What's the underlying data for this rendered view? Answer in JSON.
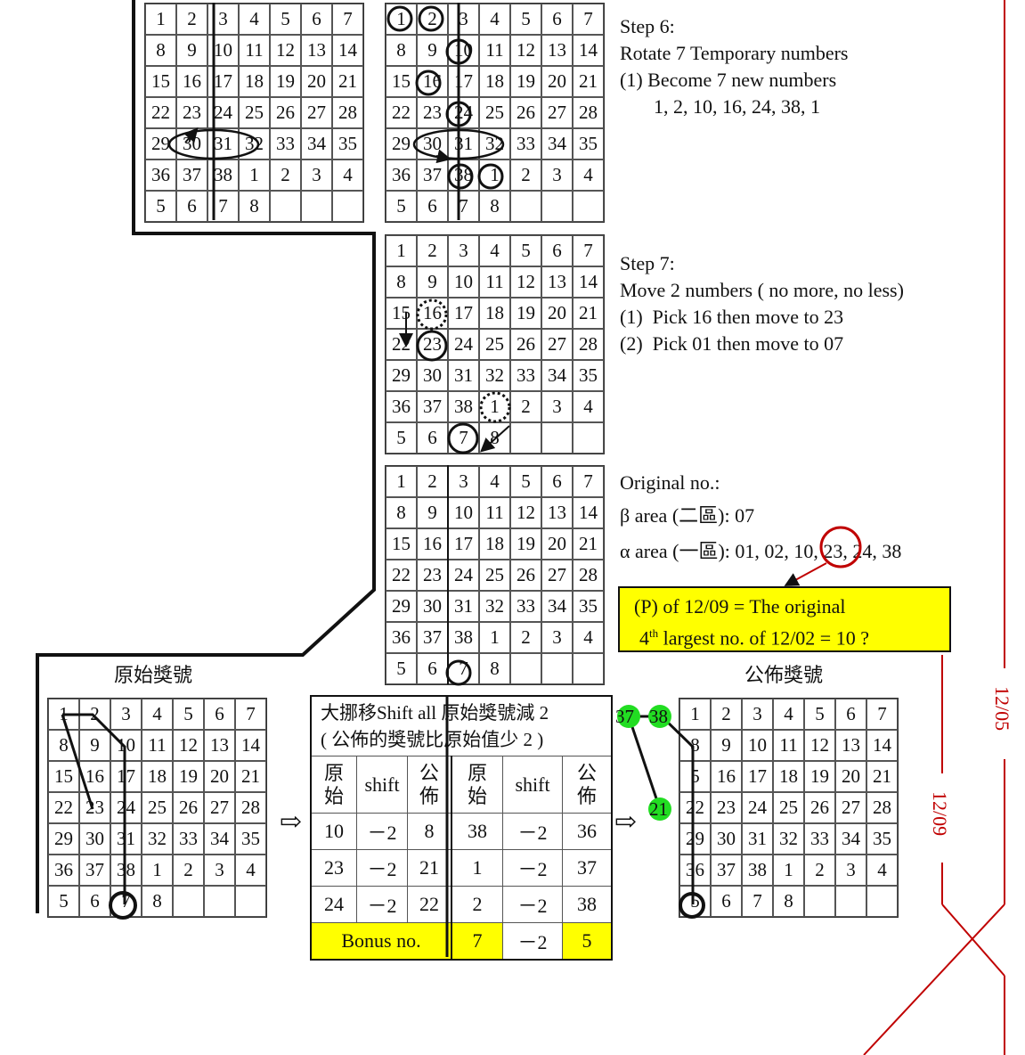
{
  "grids": [
    {
      "id": "g1",
      "rows": [
        [
          "1",
          "2",
          "3",
          "4",
          "5",
          "6",
          "7"
        ],
        [
          "8",
          "9",
          "10",
          "11",
          "12",
          "13",
          "14"
        ],
        [
          "15",
          "16",
          "17",
          "18",
          "19",
          "20",
          "21"
        ],
        [
          "22",
          "23",
          "24",
          "25",
          "26",
          "27",
          "28"
        ],
        [
          "29",
          "30",
          "31",
          "32",
          "33",
          "34",
          "35"
        ],
        [
          "36",
          "37",
          "38",
          "1",
          "2",
          "3",
          "4"
        ],
        [
          "5",
          "6",
          "7",
          "8",
          "",
          "",
          ""
        ]
      ],
      "highlight": [
        "4",
        "5",
        "10",
        "18",
        "24",
        "37",
        "38"
      ]
    },
    {
      "id": "g2",
      "rows": [
        [
          "1",
          "2",
          "3",
          "4",
          "5",
          "6",
          "7"
        ],
        [
          "8",
          "9",
          "10",
          "11",
          "12",
          "13",
          "14"
        ],
        [
          "15",
          "16",
          "17",
          "18",
          "19",
          "20",
          "21"
        ],
        [
          "22",
          "23",
          "24",
          "25",
          "26",
          "27",
          "28"
        ],
        [
          "29",
          "30",
          "31",
          "32",
          "33",
          "34",
          "35"
        ],
        [
          "36",
          "37",
          "38",
          "1",
          "2",
          "3",
          "4"
        ],
        [
          "5",
          "6",
          "7",
          "8",
          "",
          "",
          ""
        ]
      ],
      "highlight": []
    },
    {
      "id": "g3",
      "rows": [
        [
          "1",
          "2",
          "3",
          "4",
          "5",
          "6",
          "7"
        ],
        [
          "8",
          "9",
          "10",
          "11",
          "12",
          "13",
          "14"
        ],
        [
          "15",
          "16",
          "17",
          "18",
          "19",
          "20",
          "21"
        ],
        [
          "22",
          "23",
          "24",
          "25",
          "26",
          "27",
          "28"
        ],
        [
          "29",
          "30",
          "31",
          "32",
          "33",
          "34",
          "35"
        ],
        [
          "36",
          "37",
          "38",
          "1",
          "2",
          "3",
          "4"
        ],
        [
          "5",
          "6",
          "7",
          "8",
          "",
          "",
          ""
        ]
      ],
      "highlight": [
        "1",
        "2",
        "10",
        "24",
        "38"
      ]
    },
    {
      "id": "g4",
      "rows": [
        [
          "1",
          "2",
          "3",
          "4",
          "5",
          "6",
          "7"
        ],
        [
          "8",
          "9",
          "10",
          "11",
          "12",
          "13",
          "14"
        ],
        [
          "15",
          "16",
          "17",
          "18",
          "19",
          "20",
          "21"
        ],
        [
          "22",
          "23",
          "24",
          "25",
          "26",
          "27",
          "28"
        ],
        [
          "29",
          "30",
          "31",
          "32",
          "33",
          "34",
          "35"
        ],
        [
          "36",
          "37",
          "38",
          "1",
          "2",
          "3",
          "4"
        ],
        [
          "5",
          "6",
          "7",
          "8",
          "",
          "",
          ""
        ]
      ],
      "highlight": [
        "1",
        "2",
        "10",
        "23",
        "24",
        "38"
      ]
    },
    {
      "id": "g5",
      "rows": [
        [
          "1",
          "2",
          "3",
          "4",
          "5",
          "6",
          "7"
        ],
        [
          "8",
          "9",
          "10",
          "11",
          "12",
          "13",
          "14"
        ],
        [
          "15",
          "16",
          "17",
          "18",
          "19",
          "20",
          "21"
        ],
        [
          "22",
          "23",
          "24",
          "25",
          "26",
          "27",
          "28"
        ],
        [
          "29",
          "30",
          "31",
          "32",
          "33",
          "34",
          "35"
        ],
        [
          "36",
          "37",
          "38",
          "1",
          "2",
          "3",
          "4"
        ],
        [
          "5",
          "6",
          "7",
          "8",
          "",
          "",
          ""
        ]
      ],
      "highlight": [
        "1",
        "2",
        "10",
        "23",
        "24",
        "38"
      ]
    },
    {
      "id": "g6",
      "rows": [
        [
          "1",
          "2",
          "3",
          "4",
          "5",
          "6",
          "7"
        ],
        [
          "8",
          "9",
          "10",
          "11",
          "12",
          "13",
          "14"
        ],
        [
          "5",
          "16",
          "17",
          "18",
          "19",
          "20",
          "21"
        ],
        [
          "22",
          "23",
          "24",
          "25",
          "26",
          "27",
          "28"
        ],
        [
          "29",
          "30",
          "31",
          "32",
          "33",
          "34",
          "35"
        ],
        [
          "36",
          "37",
          "38",
          "1",
          "2",
          "3",
          "4"
        ],
        [
          "5",
          "6",
          "7",
          "8",
          "",
          "",
          ""
        ]
      ],
      "highlight": [
        "8",
        "21",
        "22",
        "36",
        "37",
        "38"
      ]
    }
  ],
  "step6": {
    "title": "Step 6:",
    "line1": "Rotate 7 Temporary numbers",
    "line2": "(1) Become 7 new numbers",
    "line3": "1, 2, 10, 16, 24, 38, 1"
  },
  "step7": {
    "title": "Step 7:",
    "line1": "Move 2 numbers ( no more, no less)",
    "line2": "(1)  Pick 16 then move to 23",
    "line3": "(2)  Pick 01 then move to 07"
  },
  "original": {
    "title": "Original no.:",
    "beta": "β area (二區): 07",
    "alpha": "α area (一區): 01, 02, 10, 23, 24, 38"
  },
  "callout": {
    "line1": "(P) of 12/09 = The original",
    "line2_pre": "4",
    "line2_sup": "th",
    "line2_post": " largest no. of 12/02 = 10 ?"
  },
  "labels": {
    "left_grid": "原始獎號",
    "right_grid": "公佈獎號",
    "date_a": "12/05",
    "date_b": "12/09"
  },
  "table": {
    "header1": "大挪移Shift all 原始獎號減 2",
    "header2": "( 公佈的獎號比原始值少 2 )",
    "col_headers": [
      "原\n始",
      "shift",
      "公\n佈",
      "原\n始",
      "shift",
      "公\n佈"
    ],
    "rows": [
      [
        "10",
        "－2",
        "8",
        "38",
        "－2",
        "36"
      ],
      [
        "23",
        "－2",
        "21",
        "1",
        "－2",
        "37"
      ],
      [
        "24",
        "－2",
        "22",
        "2",
        "－2",
        "38"
      ]
    ],
    "bonus": [
      "Bonus no.",
      "7",
      "－2",
      "5"
    ]
  },
  "extra_labels": {
    "n37": "37",
    "n38": "38",
    "n21": "21"
  },
  "colors": {
    "highlight": "#9cc8f0",
    "green": "#22dd22",
    "red": "#c00000",
    "yellow": "#ffff00"
  }
}
